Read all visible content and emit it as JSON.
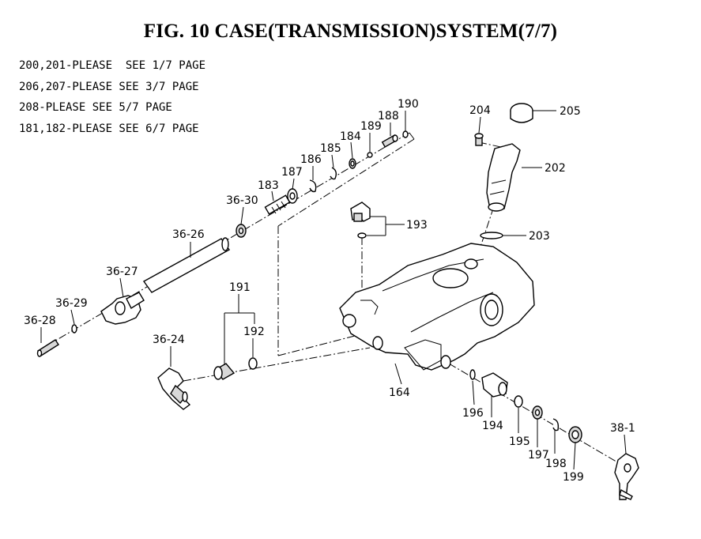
{
  "title": "FIG. 10  CASE(TRANSMISSION)SYSTEM(7/7)",
  "notes": [
    "200,201-PLEASE  SEE 1/7 PAGE",
    "206,207-PLEASE SEE 3/7 PAGE",
    "208-PLEASE SEE 5/7 PAGE",
    "181,182-PLEASE SEE 6/7 PAGE"
  ],
  "part_labels": {
    "p190": "190",
    "p188": "188",
    "p189": "189",
    "p184": "184",
    "p185": "185",
    "p186": "186",
    "p187": "187",
    "p183": "183",
    "p36_30": "36-30",
    "p36_26": "36-26",
    "p36_27": "36-27",
    "p36_29": "36-29",
    "p36_28": "36-28",
    "p36_24": "36-24",
    "p191": "191",
    "p192": "192",
    "p193": "193",
    "p204": "204",
    "p205": "205",
    "p202": "202",
    "p203": "203",
    "p164": "164",
    "p196": "196",
    "p194": "194",
    "p195": "195",
    "p197": "197",
    "p198": "198",
    "p199": "199",
    "p38_1": "38-1"
  }
}
